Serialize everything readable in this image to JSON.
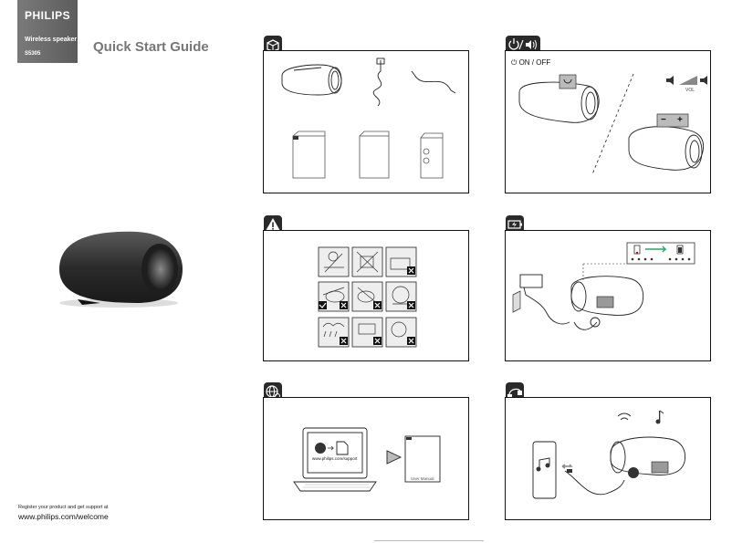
{
  "brand": {
    "logo": "PHILIPS",
    "product": "Wireless speaker",
    "model": "S5305"
  },
  "guide_title": "Quick Start Guide",
  "footer": {
    "register_text": "Register your product and get support at",
    "url": "www.philips.com/welcome"
  },
  "sections": {
    "power": {
      "on_off_label": "ON / OFF",
      "vol_label": "VOL",
      "minus": "−",
      "plus": "+"
    },
    "online": {
      "support_url": "www.philips.com/support",
      "manual_title": "User Manual"
    }
  },
  "icons": [
    "box-icon",
    "power-volume-icon",
    "warning-icon",
    "charge-icon",
    "globe-icon",
    "aux-cable-icon"
  ],
  "colors": {
    "brand_gray": "#6b6b6b",
    "title_gray": "#777777",
    "panel_border": "#111111"
  }
}
